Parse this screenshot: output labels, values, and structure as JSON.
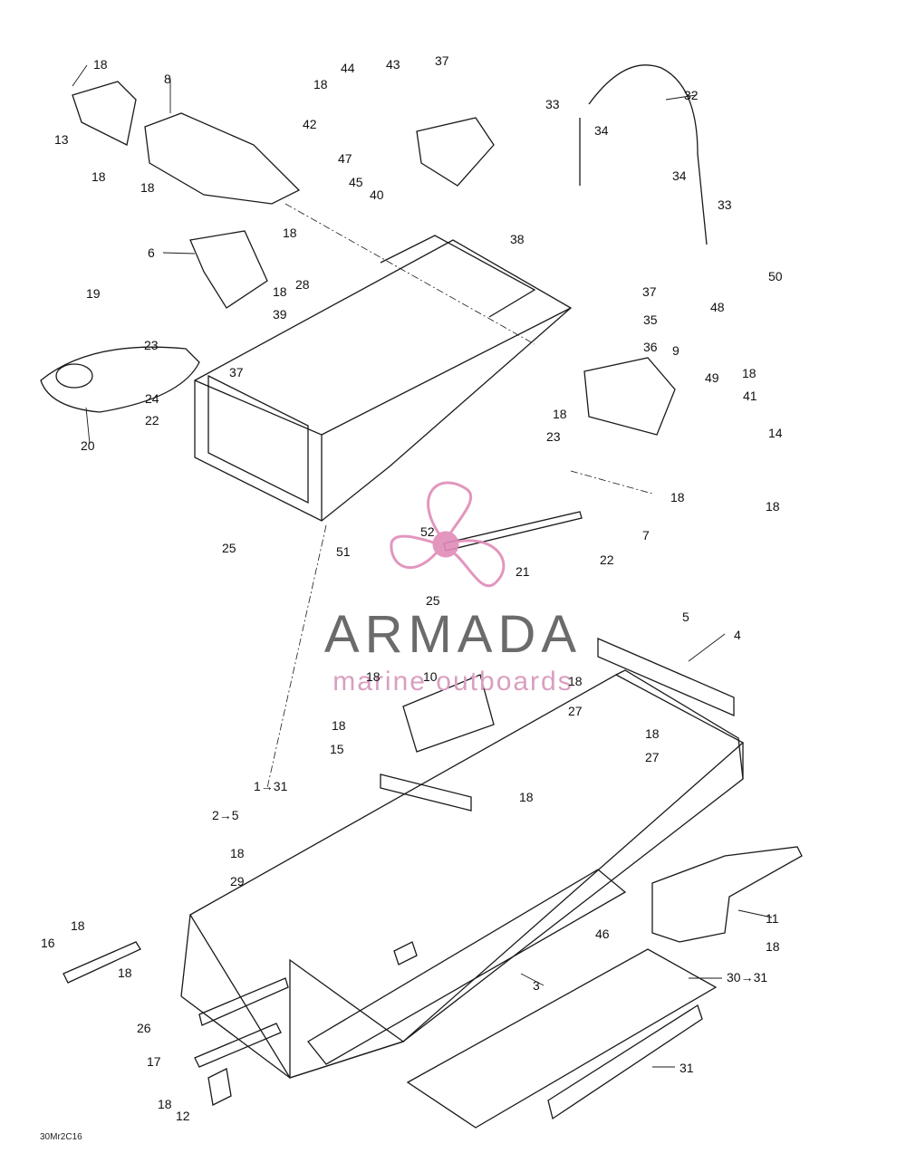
{
  "watermark": {
    "brand": "ARMADA",
    "tagline": "marine outboards",
    "accent": "#e08bb8",
    "text_color": "#6b6b6b"
  },
  "drawing_code": "30Mr2C16",
  "labels": {
    "l18": "18",
    "l44": "44",
    "l43": "43",
    "l37": "37",
    "l8": "8",
    "l13": "13",
    "l42": "42",
    "l47": "47",
    "l45": "45",
    "l40": "40",
    "l32": "32",
    "l33": "33",
    "l34": "34",
    "l6": "6",
    "l38": "38",
    "l19": "19",
    "l28": "28",
    "l39": "39",
    "l50": "50",
    "l35": "35",
    "l48": "48",
    "l36": "36",
    "l9": "9",
    "l49": "49",
    "l41": "41",
    "l23": "23",
    "l24": "24",
    "l22": "22",
    "l20": "20",
    "l14": "14",
    "l7": "7",
    "l25": "25",
    "l51": "51",
    "l52": "52",
    "l21": "21",
    "l5": "5",
    "l4": "4",
    "l10": "10",
    "l27": "27",
    "l15": "15",
    "l1_31": "1→31",
    "l2_5": "2→5",
    "l29": "29",
    "l46": "46",
    "l11": "11",
    "l16": "16",
    "l3": "3",
    "l30_31": "30→31",
    "l26": "26",
    "l17": "17",
    "l31": "31",
    "l12": "12"
  }
}
